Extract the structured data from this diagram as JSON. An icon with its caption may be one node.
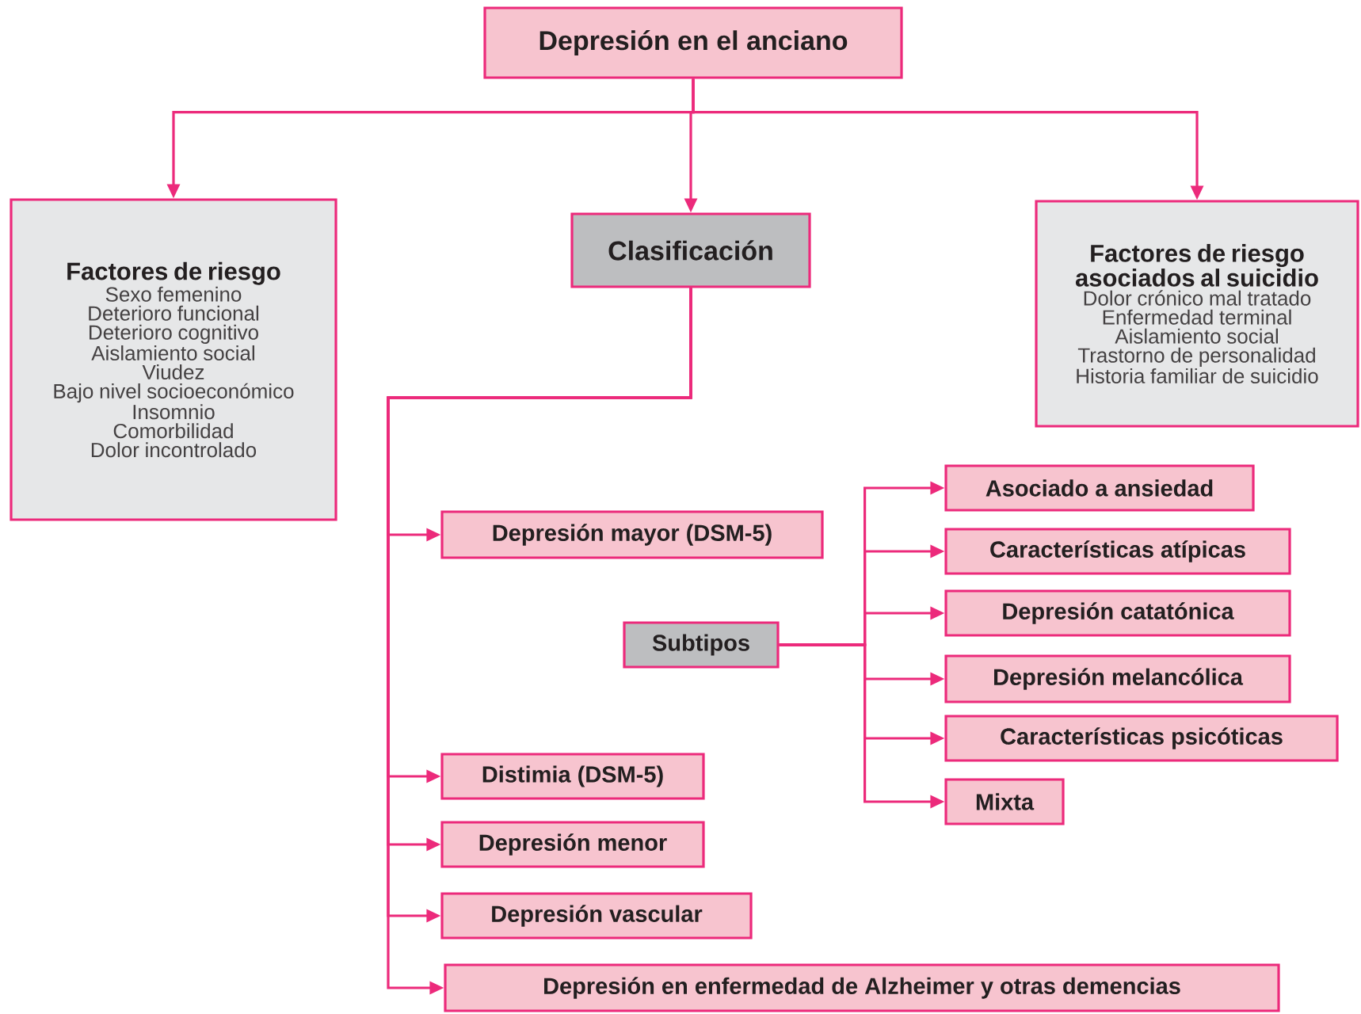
{
  "diagram": {
    "nodes": [
      {
        "text": [
          "Depresión en el anciano"
        ]
      },
      {
        "text": [
          "Factores de riesgo",
          "Sexo femenino",
          "Deterioro funcional",
          "Deterioro cognitivo",
          "Aislamiento social",
          "Viudez",
          "Bajo nivel socioeconómico",
          "Insomnio",
          "Comorbilidad",
          "Dolor incontrolado"
        ]
      },
      {
        "text": [
          "Clasificación"
        ]
      },
      {
        "text": [
          "Factores de riesgo asociados al suicidio",
          "Dolor crónico mal tratado",
          "Enfermedad terminal",
          "Aislamiento social",
          "Trastorno de personalidad",
          "Historia familiar de suicidio"
        ]
      },
      {
        "text": [
          "Depresión mayor (DSM-5)"
        ]
      },
      {
        "text": [
          "Subtipos"
        ]
      },
      {
        "text": [
          "Asociado a ansiedad"
        ]
      },
      {
        "text": [
          "Características atípicas"
        ]
      },
      {
        "text": [
          "Depresión catatónica"
        ]
      },
      {
        "text": [
          "Depresión melancólica"
        ]
      },
      {
        "text": [
          "Características psicóticas"
        ]
      },
      {
        "text": [
          "Mixta"
        ]
      },
      {
        "text": [
          "Distimia (DSM-5)"
        ]
      },
      {
        "text": [
          "Depresión menor"
        ]
      },
      {
        "text": [
          "Depresión vascular"
        ]
      },
      {
        "text": [
          "Depresión en enfermedad de Alzheimer y otras demencias"
        ]
      }
    ],
    "edges": [
      {
        "from": 0,
        "to": 1,
        "arrow": "to"
      },
      {
        "from": 0,
        "to": 2,
        "arrow": "to"
      },
      {
        "from": 0,
        "to": 3,
        "arrow": "to"
      },
      {
        "from": 2,
        "to": 4,
        "arrow": "to"
      },
      {
        "from": 2,
        "to": 12,
        "arrow": "to"
      },
      {
        "from": 2,
        "to": 13,
        "arrow": "to"
      },
      {
        "from": 2,
        "to": 14,
        "arrow": "to"
      },
      {
        "from": 2,
        "to": 15,
        "arrow": "to"
      },
      {
        "from": 5,
        "to": 6,
        "arrow": "to"
      },
      {
        "from": 5,
        "to": 7,
        "arrow": "to"
      },
      {
        "from": 5,
        "to": 8,
        "arrow": "to"
      },
      {
        "from": 5,
        "to": 9,
        "arrow": "to"
      },
      {
        "from": 5,
        "to": 10,
        "arrow": "to"
      },
      {
        "from": 5,
        "to": 11,
        "arrow": "to"
      }
    ]
  }
}
